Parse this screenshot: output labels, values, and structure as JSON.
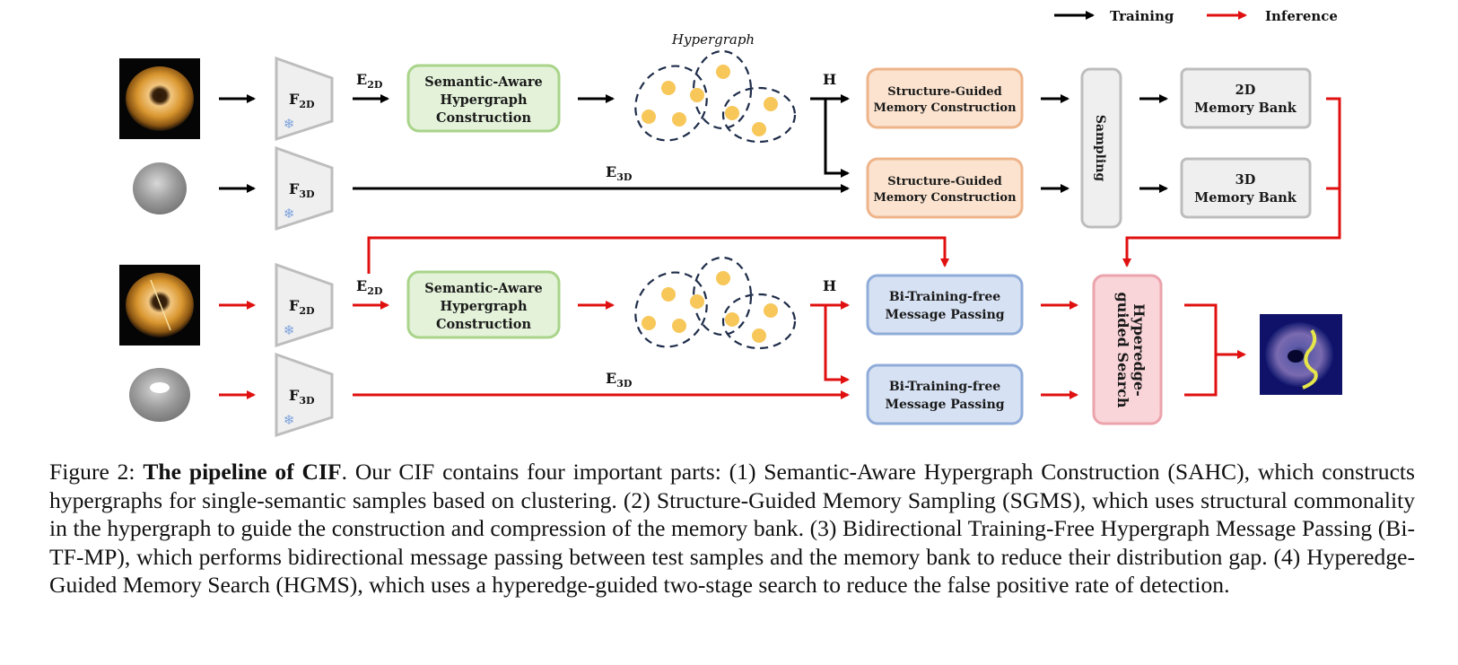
{
  "legend": {
    "training": {
      "label": "Training",
      "color": "#000000"
    },
    "inference": {
      "label": "Inference",
      "color": "#e01010"
    }
  },
  "diagram": {
    "hypergraph_title": "Hypergraph",
    "encoders": [
      {
        "label": "F",
        "sub": "2D",
        "icon": "snowflake-icon"
      },
      {
        "label": "F",
        "sub": "3D",
        "icon": "snowflake-icon"
      },
      {
        "label": "F",
        "sub": "2D",
        "icon": "snowflake-icon"
      },
      {
        "label": "F",
        "sub": "3D",
        "icon": "snowflake-icon"
      }
    ],
    "embeddings": {
      "e2d": {
        "label": "E",
        "sub": "2D"
      },
      "e3d": {
        "label": "E",
        "sub": "3D"
      },
      "h": "H"
    },
    "sahc_box": [
      "Semantic-Aware",
      "Hypergraph",
      "Construction"
    ],
    "sgmc_box": [
      "Structure-Guided",
      "Memory Construction"
    ],
    "sampling_box": "Sampling",
    "memory_2d": [
      "2D",
      "Memory Bank"
    ],
    "memory_3d": [
      "3D",
      "Memory Bank"
    ],
    "bitf_box": [
      "Bi-Training-free",
      "Message Passing"
    ],
    "search_box": [
      "Hyperedge-",
      "guided Search"
    ],
    "colors": {
      "green_fill": "#e3f2d9",
      "green_stroke": "#a9d48a",
      "orange_fill": "#fbe3cf",
      "orange_stroke": "#eeb48a",
      "gray_fill": "#efefef",
      "gray_stroke": "#bdbdbd",
      "blue_fill": "#d6e1f3",
      "blue_stroke": "#90acd9",
      "pink_fill": "#f9d4d8",
      "pink_stroke": "#eba3ac",
      "node_fill": "#f7c75a",
      "hyperedge_stroke": "#1f2d4a",
      "snowflake": "#7da2dd"
    }
  },
  "caption": {
    "prefix": "Figure 2: ",
    "bold": "The pipeline of CIF",
    "text": ". Our CIF contains four important parts: (1) Semantic-Aware Hypergraph Construction (SAHC), which constructs hypergraphs for single-semantic samples based on clustering. (2) Structure-Guided Memory Sampling (SGMS), which uses structural commonality in the hypergraph to guide the construction and compression of the memory bank. (3) Bidirectional Training-Free Hypergraph Message Passing (Bi-TF-MP), which performs bidirectional message passing between test samples and the memory bank to reduce their distribution gap. (4) Hyperedge-Guided Memory Search (HGMS), which uses a hyperedge-guided two-stage search to reduce the false positive rate of detection."
  }
}
